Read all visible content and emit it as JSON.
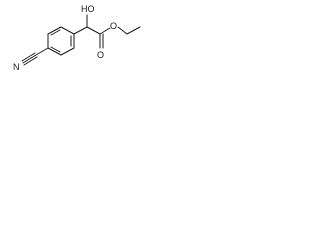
{
  "molecule": {
    "atoms": {
      "nitrogen": "N",
      "hydroxyl": "HO",
      "ester_oxygen": "O",
      "carbonyl_oxygen": "O"
    }
  },
  "colors": {
    "bond": "#1a1a1a",
    "background": "#ffffff"
  }
}
